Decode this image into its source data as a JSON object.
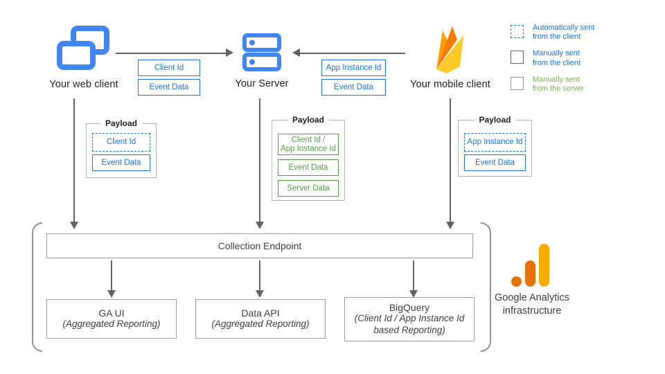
{
  "nodes": {
    "web_client": "Your web client",
    "server": "Your Server",
    "mobile_client": "Your mobile client"
  },
  "flow_labels": {
    "web_to_server": [
      "Client Id",
      "Event Data"
    ],
    "mobile_to_server": [
      "App Instance Id",
      "Event Data"
    ]
  },
  "payloads": {
    "web": {
      "title": "Payload",
      "items": [
        "Client Id",
        "Event Data"
      ]
    },
    "server": {
      "title": "Payload",
      "items": [
        "Client Id /\nApp Instance Id",
        "Event Data",
        "Server Data"
      ]
    },
    "mobile": {
      "title": "Payload",
      "items": [
        "App Instance Id",
        "Event Data"
      ]
    }
  },
  "legend": {
    "auto_client": "Automatically sent\nfrom the client",
    "manual_client": "Manually sent\nfrom the client",
    "manual_server": "Manually sent\nfrom the server"
  },
  "infrastructure": {
    "endpoint": "Collection Endpoint",
    "outputs": [
      {
        "title": "GA UI",
        "subtitle": "(Aggregated Reporting)"
      },
      {
        "title": "Data API",
        "subtitle": "(Aggregated Reporting)"
      },
      {
        "title": "BigQuery",
        "subtitle": "(Client Id / App Instance Id\nbased Reporting)"
      }
    ],
    "caption": "Google Analytics\ninfrastructure"
  },
  "colors": {
    "blue": "#1a73e8",
    "blue_icon": "#4285f4",
    "green": "#52a043",
    "green_legend": "#7cac52",
    "arrow_gray": "#5f6368",
    "border_gray": "#9e9e9e",
    "text_dark": "#3c4043",
    "firebase_yellow": "#ffca28",
    "firebase_orange": "#ffa000",
    "firebase_deep_orange": "#f57c00",
    "ga_yellow": "#f9ab00",
    "ga_orange": "#e8710a",
    "ga_deep_orange": "#e37400"
  }
}
